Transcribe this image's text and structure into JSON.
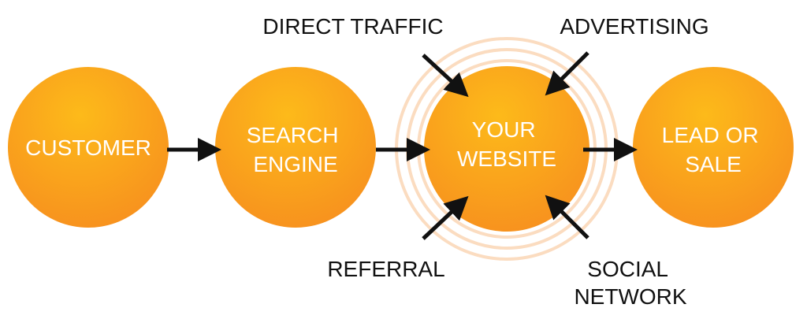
{
  "colors": {
    "circle_light": "#FDBA1A",
    "circle_dark": "#F7901E",
    "ring": "#FBDCC0",
    "arrow": "#111111",
    "label_on_circle": "#FFFFFF",
    "label_outside": "#111111"
  },
  "nodes": {
    "customer": {
      "lines": [
        "CUSTOMER"
      ]
    },
    "search_engine": {
      "lines": [
        "SEARCH",
        "ENGINE"
      ]
    },
    "website": {
      "lines": [
        "YOUR",
        "WEBSITE"
      ]
    },
    "lead_or_sale": {
      "lines": [
        "LEAD OR",
        "SALE"
      ]
    }
  },
  "sources": {
    "direct_traffic": {
      "lines": [
        "DIRECT TRAFFIC"
      ]
    },
    "advertising": {
      "lines": [
        "ADVERTISING"
      ]
    },
    "referral": {
      "lines": [
        "REFERRAL"
      ]
    },
    "social_network": {
      "lines": [
        "SOCIAL",
        "NETWORK"
      ]
    }
  }
}
